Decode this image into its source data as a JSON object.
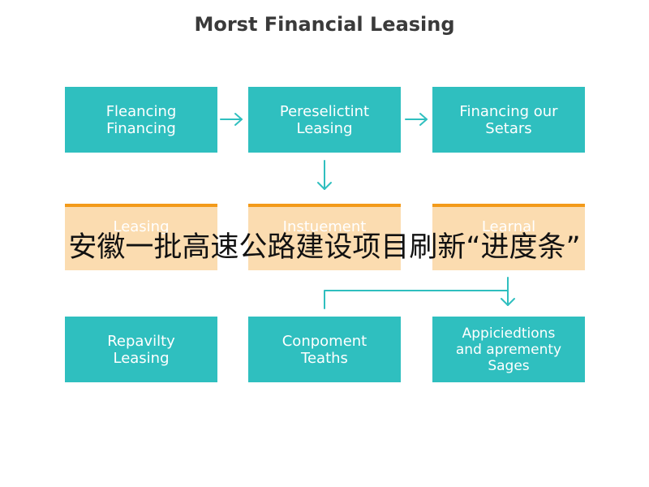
{
  "title": "Morst Financial Leasing",
  "row1": [
    "Fleancing\nFinancing",
    "Pereselictint\nLeasing",
    "Financing our\nSetars"
  ],
  "row2": [
    "Leasing",
    "Instuement",
    "Learnal"
  ],
  "row3": [
    "Repavilty\nLeasing",
    "Conpoment\nTeaths",
    "Appiciedtions\nand aprementy\nSages"
  ],
  "overlay_text": "安徽一批高速公路建设项目刷新“进度条”",
  "colors": {
    "teal": "#2fbfbf",
    "orange_fill": "#fbdcb0",
    "orange_bar": "#f39a1a",
    "arrow": "#2fbfbf"
  }
}
